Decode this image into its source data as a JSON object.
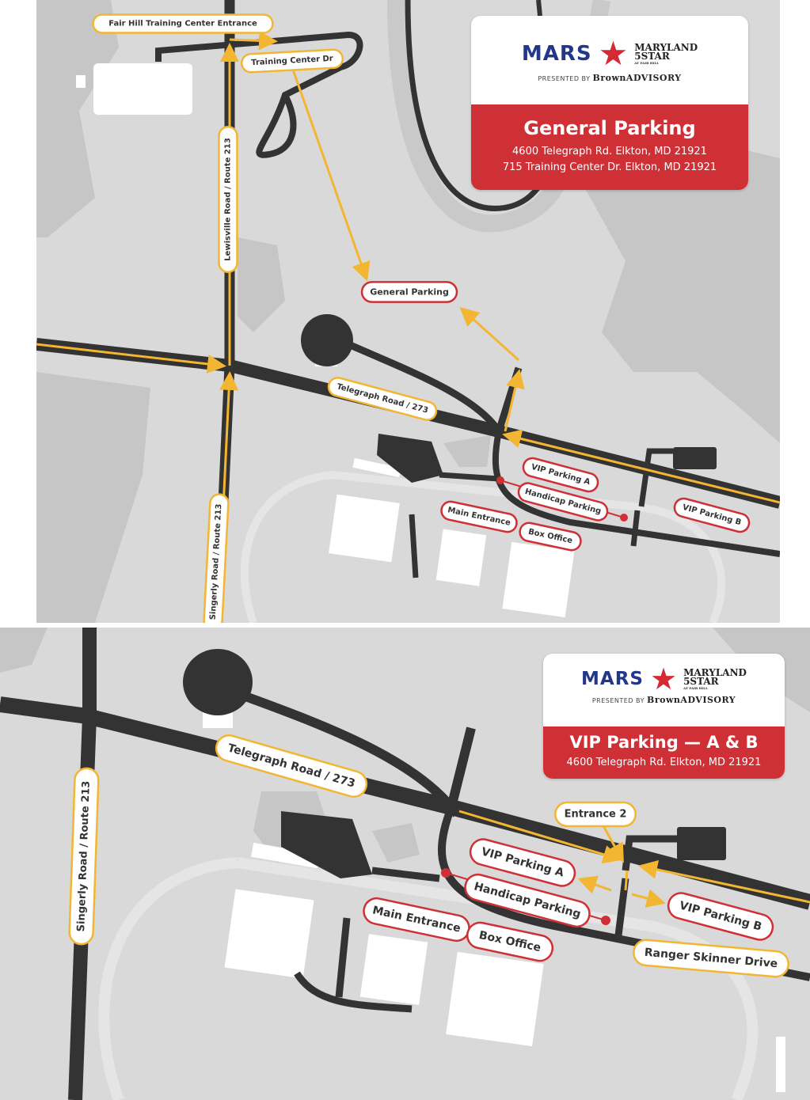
{
  "colors": {
    "map_bg": "#d9d9d9",
    "road": "#333333",
    "road_line": "#f2b632",
    "woods": "#c4c4c4",
    "accent_red": "#cf3036",
    "mars_blue": "#22378a"
  },
  "top_map": {
    "card": {
      "brand": "MARS",
      "event_line1": "MARYLAND",
      "event_line2": "5STAR",
      "event_sub": "AT FAIR HILL",
      "presented_by": "PRESENTED BY",
      "sponsor": "BrownADVISORY",
      "title": "General Parking",
      "address_1": "4600 Telegraph Rd. Elkton, MD 21921",
      "address_2": "715 Training Center Dr. Elkton, MD 21921"
    },
    "labels": [
      {
        "text": "Fair Hill Training Center Entrance",
        "style": "gold"
      },
      {
        "text": "Training Center Dr",
        "style": "gold"
      },
      {
        "text": "Lewisville Road / Route 213",
        "style": "gold"
      },
      {
        "text": "General Parking",
        "style": "red"
      },
      {
        "text": "Telegraph Road / 273",
        "style": "gold"
      },
      {
        "text": "Singerly Road / Route 213",
        "style": "gold"
      },
      {
        "text": "VIP Parking A",
        "style": "red"
      },
      {
        "text": "Handicap Parking",
        "style": "red"
      },
      {
        "text": "Main Entrance",
        "style": "red"
      },
      {
        "text": "Box Office",
        "style": "red"
      },
      {
        "text": "VIP Parking B",
        "style": "red"
      }
    ]
  },
  "bottom_map": {
    "card": {
      "brand": "MARS",
      "event_line1": "MARYLAND",
      "event_line2": "5STAR",
      "event_sub": "AT FAIR HILL",
      "presented_by": "PRESENTED BY",
      "sponsor": "BrownADVISORY",
      "title": "VIP Parking — A & B",
      "address_1": "4600 Telegraph Rd. Elkton, MD 21921"
    },
    "labels": [
      {
        "text": "Telegraph Road / 273",
        "style": "gold"
      },
      {
        "text": "Singerly Road / Route 213",
        "style": "gold"
      },
      {
        "text": "Entrance 2",
        "style": "gold"
      },
      {
        "text": "VIP Parking A",
        "style": "red"
      },
      {
        "text": "Handicap Parking",
        "style": "red"
      },
      {
        "text": "Main Entrance",
        "style": "red"
      },
      {
        "text": "Box Office",
        "style": "red"
      },
      {
        "text": "VIP Parking B",
        "style": "red"
      },
      {
        "text": "Ranger Skinner Drive",
        "style": "gold"
      }
    ]
  }
}
